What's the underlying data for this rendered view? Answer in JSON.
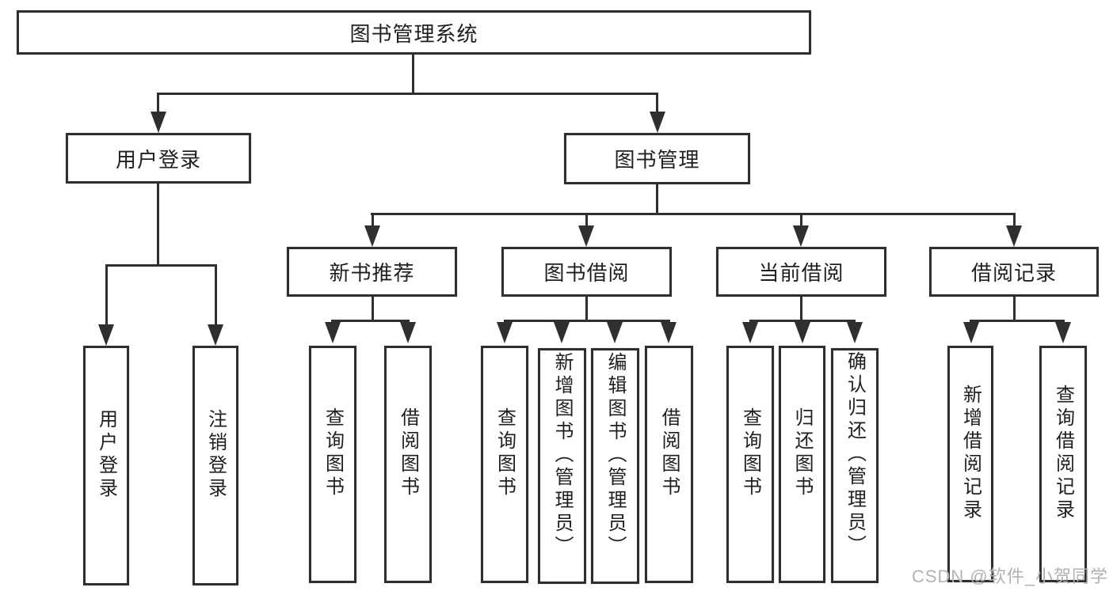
{
  "diagram": {
    "title": "图书管理系统",
    "branches": [
      {
        "label": "用户登录",
        "children": [
          {
            "label": "用户登录"
          },
          {
            "label": "注销登录"
          }
        ]
      },
      {
        "label": "图书管理",
        "children": [
          {
            "label": "新书推荐",
            "children": [
              {
                "label": "查询图书"
              },
              {
                "label": "借阅图书"
              }
            ]
          },
          {
            "label": "图书借阅",
            "children": [
              {
                "label": "查询图书"
              },
              {
                "label": "新增图书（管理员）"
              },
              {
                "label": "编辑图书（管理员）"
              },
              {
                "label": "借阅图书"
              }
            ]
          },
          {
            "label": "当前借阅",
            "children": [
              {
                "label": "查询图书"
              },
              {
                "label": "归还图书"
              },
              {
                "label": "确认归还（管理员）"
              }
            ]
          },
          {
            "label": "借阅记录",
            "children": [
              {
                "label": "新增借阅记录"
              },
              {
                "label": "查询借阅记录"
              }
            ]
          }
        ]
      }
    ]
  },
  "watermark": {
    "text": "CSDN @软件_小贺同学"
  },
  "colors": {
    "line": "#2f2f2f",
    "text": "#1f1f1f",
    "background": "#ffffff",
    "watermark": "#b2b2b2"
  }
}
